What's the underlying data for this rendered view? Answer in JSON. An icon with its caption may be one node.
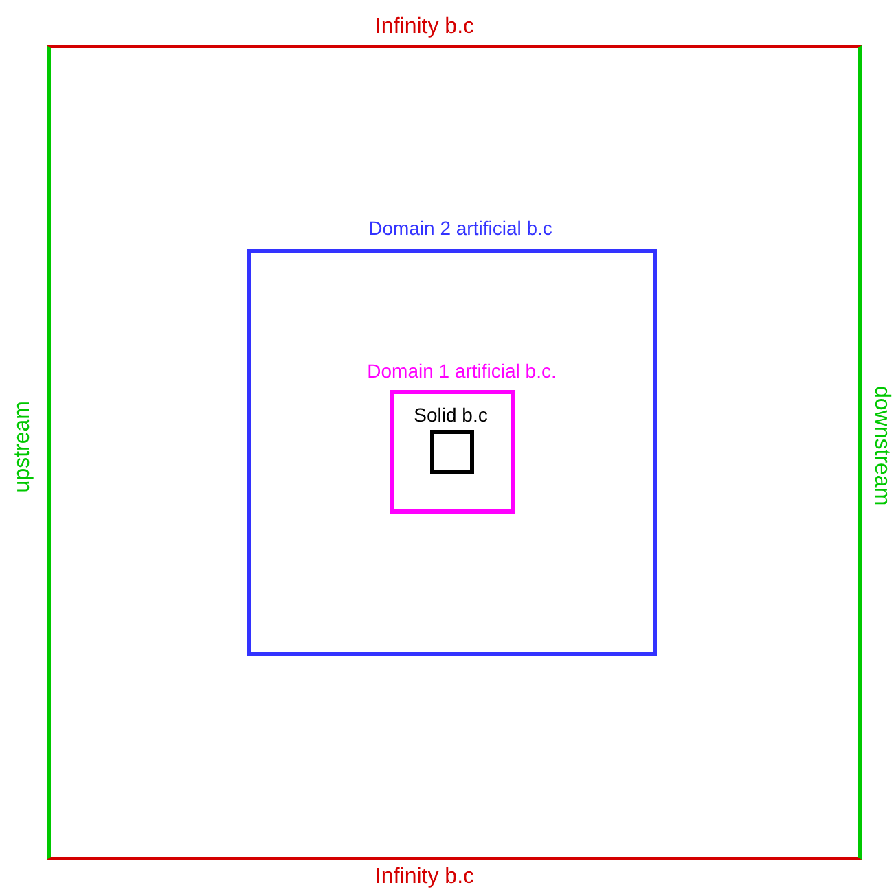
{
  "diagram": {
    "nodes": [
      {
        "text": [
          "Infinity b.c",
          "Infinity b.c",
          "upstream",
          "downstream"
        ]
      },
      {
        "text": [
          "Domain 2 artificial b.c"
        ],
        "in": 0
      },
      {
        "text": [
          "Domain 1 artificial b.c."
        ],
        "in": 1
      },
      {
        "text": [
          "Solid b.c"
        ],
        "in": 2
      }
    ],
    "edges": []
  }
}
